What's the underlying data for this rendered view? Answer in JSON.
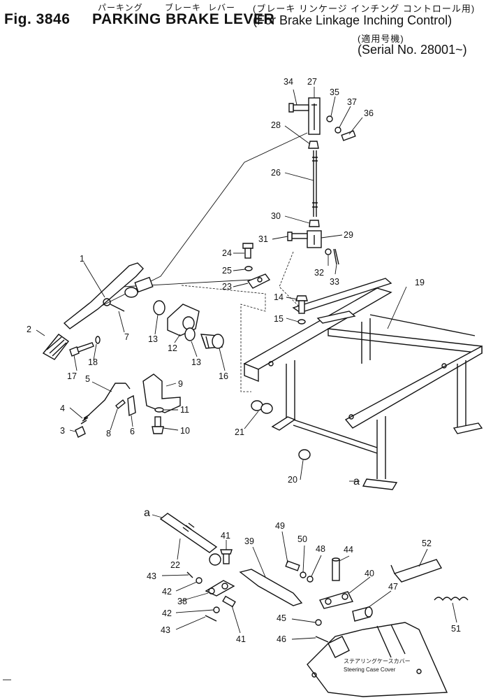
{
  "header": {
    "kana_parking": "パーキング",
    "kana_brake": "ブレーキ",
    "kana_lever": "レバー",
    "fig_label": "Fig. 3846",
    "title": "PARKING BRAKE LEVER",
    "jp_subtitle": "(ブレーキ リンケージ インチング コントロール用)",
    "en_subtitle": "(For Brake Linkage Inching Control)",
    "jp_applicable": "(適用号機)",
    "serial": "(Serial No. 28001~)"
  },
  "parts": {
    "p1": "1",
    "p2": "2",
    "p3": "3",
    "p4": "4",
    "p5": "5",
    "p6": "6",
    "p7": "7",
    "p8": "8",
    "p9": "9",
    "p10": "10",
    "p11": "11",
    "p12": "12",
    "p13a": "13",
    "p13b": "13",
    "p14": "14",
    "p15": "15",
    "p16": "16",
    "p17": "17",
    "p18": "18",
    "p19": "19",
    "p20": "20",
    "p21": "21",
    "p22": "22",
    "p23": "23",
    "p24": "24",
    "p25": "25",
    "p26": "26",
    "p27": "27",
    "p28": "28",
    "p29": "29",
    "p30": "30",
    "p31": "31",
    "p32": "32",
    "p33": "33",
    "p34": "34",
    "p35": "35",
    "p36": "36",
    "p37": "37",
    "p38": "38",
    "p39": "39",
    "p40": "40",
    "p41a": "41",
    "p41b": "41",
    "p42a": "42",
    "p42b": "42",
    "p43a": "43",
    "p43b": "43",
    "p44": "44",
    "p45": "45",
    "p46": "46",
    "p47": "47",
    "p48": "48",
    "p49": "49",
    "p50": "50",
    "p51": "51",
    "p52": "52"
  },
  "refs": {
    "a_top": "a",
    "a_bottom": "a"
  },
  "notes": {
    "case_cover_jp": "ステアリングケースカバー",
    "case_cover_en": "Steering Case Cover"
  }
}
